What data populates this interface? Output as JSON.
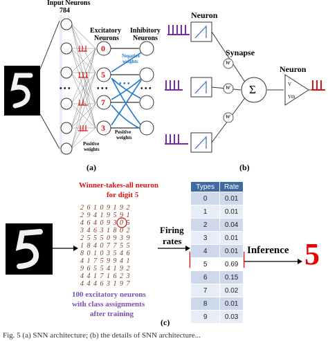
{
  "panel_a": {
    "label": "(a)",
    "input_label": "Input Neurons",
    "input_count": "784",
    "excitatory_label_1": "Excitatory",
    "excitatory_label_2": "Neurons",
    "inhibitory_label_1": "Inhibitory",
    "inhibitory_label_2": "Neurons",
    "neuron_digits": [
      "0",
      "5",
      "7",
      "3"
    ],
    "dots": "• • •",
    "blue_dots": "• • •",
    "negative_weights_1": "Negative",
    "negative_weights_2": "weights",
    "positive_weights_1": "Positive",
    "positive_weights_2": "weights",
    "positive_weights_3": "Positive",
    "positive_weights_4": "weights"
  },
  "panel_b": {
    "label": "(b)",
    "neuron_label": "Neuron",
    "synapse_label": "Synapse",
    "output_neuron_label": "Neuron",
    "weight_symbol": "w",
    "sum_symbol": "Σ",
    "v_label": "V",
    "vth_label": "Vth"
  },
  "panel_c": {
    "label": "(c)",
    "winner_title_1": "Winner-takes-all neuron",
    "winner_title_2": "for digit 5",
    "digit_grid": [
      "2 6 1 0 9 1 9 2",
      "2 9 4 1 9 5 9 1",
      "4 6 4 0 9 3 0 5",
      "3 4 6 3 1 8 0 2",
      "2 5 5 5 0 9 3 9",
      "1 8 4 0 7 7 5 5",
      "8 0 1 0 3 5 4 6",
      "4 1 7 5 9 9 4 1",
      "9 6 5 5 4 1 9 2",
      "4 4 1 7 1 6 2 3",
      "4 4 4 6 3 1 9 7"
    ],
    "caption_1": "100 excitatory neurons",
    "caption_2": "with class assignments",
    "caption_3": "after training",
    "firing_1": "Firing",
    "firing_2": "rates",
    "inference_label": "Inference",
    "result_digit": "5",
    "table": {
      "headers": [
        "Types",
        "Rate"
      ],
      "rows": [
        [
          "0",
          "0.01"
        ],
        [
          "1",
          "0.01"
        ],
        [
          "2",
          "0.04"
        ],
        [
          "3",
          "0.01"
        ],
        [
          "4",
          "0.01"
        ],
        [
          "5",
          "0.69"
        ],
        [
          "6",
          "0.15"
        ],
        [
          "7",
          "0.02"
        ],
        [
          "8",
          "0.01"
        ],
        [
          "9",
          "0.03"
        ]
      ],
      "highlight_index": 5
    }
  },
  "footer": "Fig. 5  (a) SNN architecture; (b) the details of SNN architecture..."
}
